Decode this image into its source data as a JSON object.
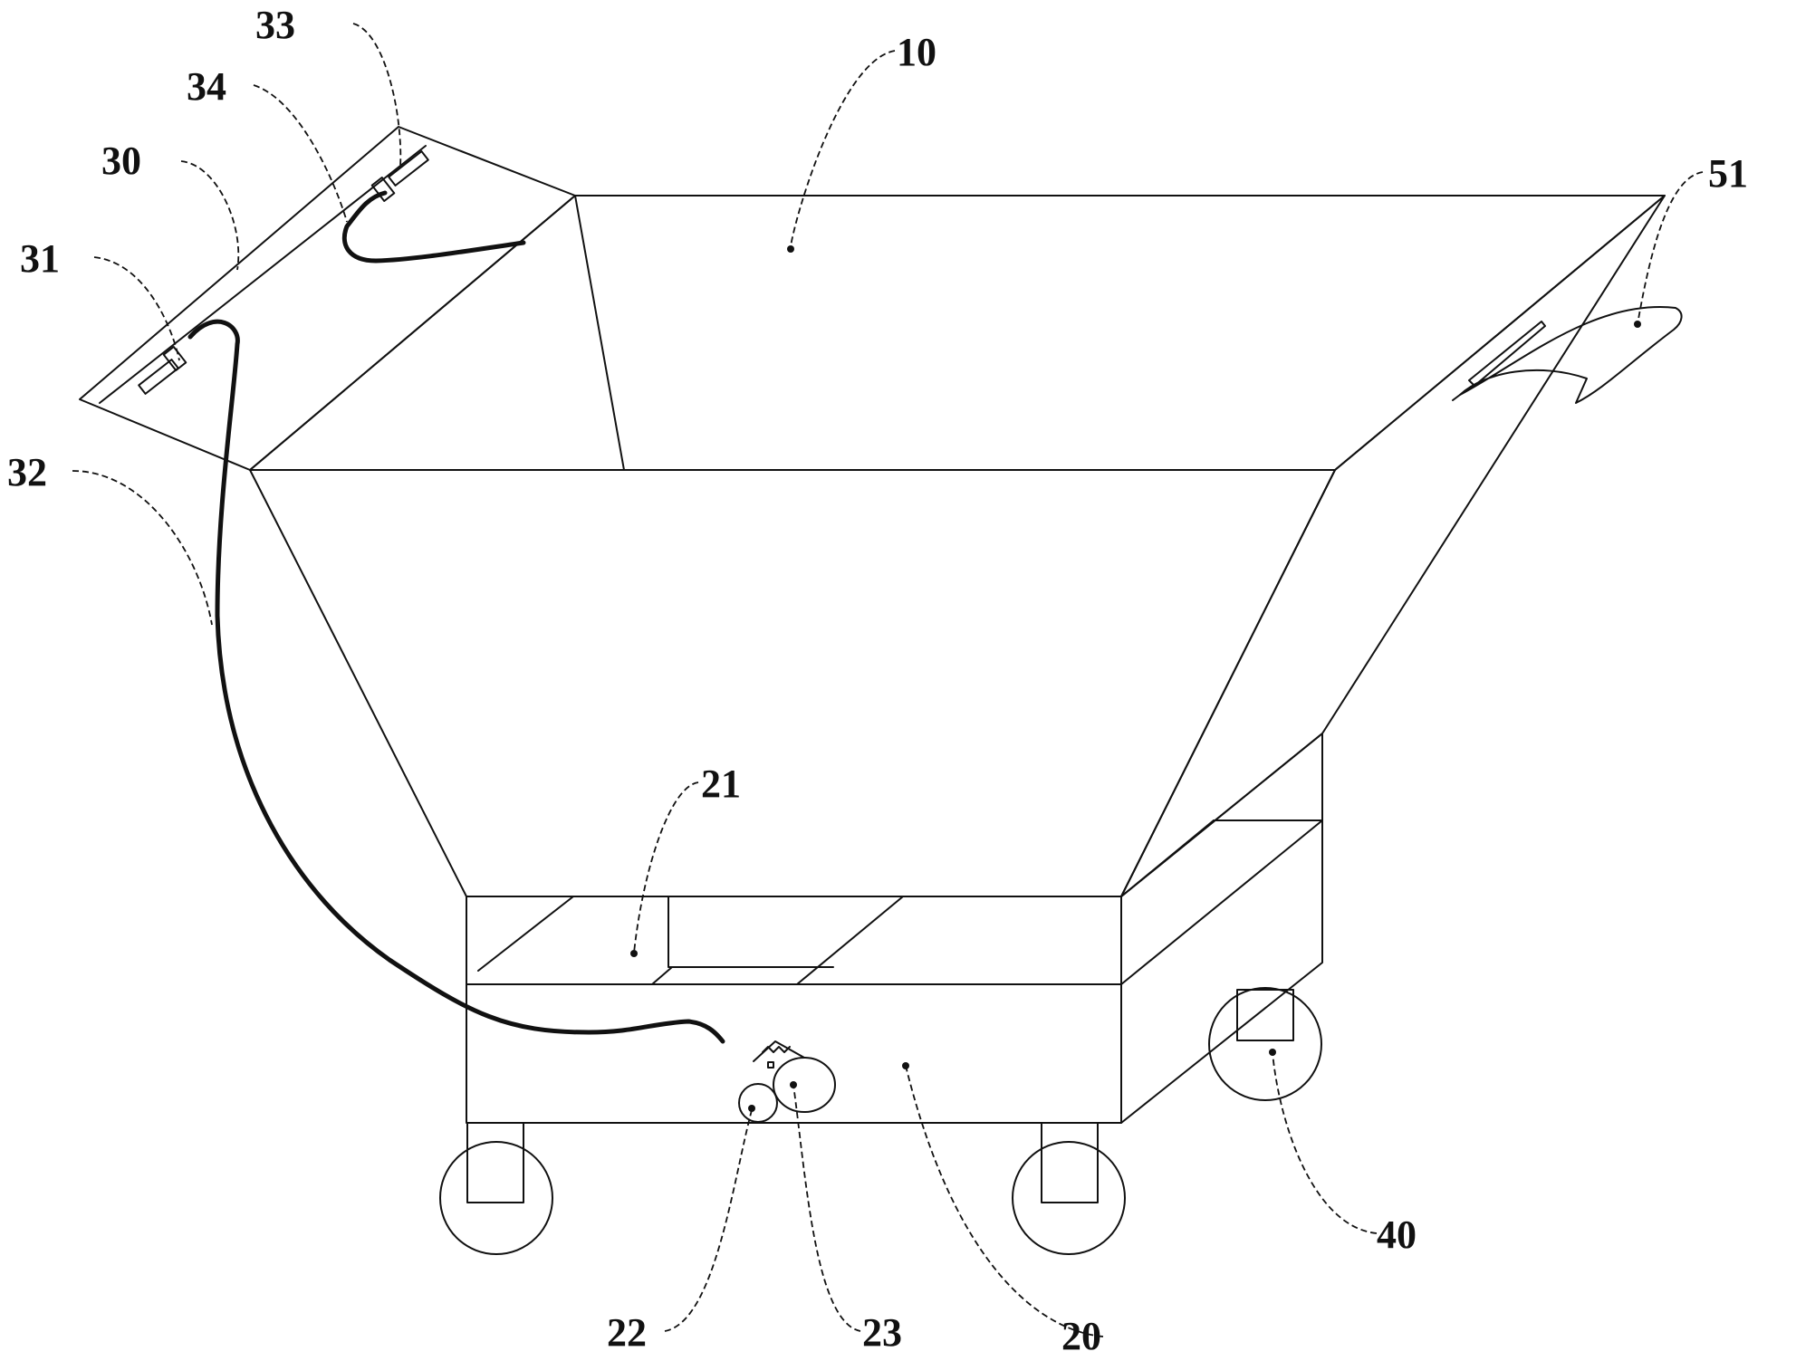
{
  "figure": {
    "reference_numerals": [
      {
        "id": "10",
        "text": "10"
      },
      {
        "id": "20",
        "text": "20"
      },
      {
        "id": "21",
        "text": "21"
      },
      {
        "id": "22",
        "text": "22"
      },
      {
        "id": "23",
        "text": "23"
      },
      {
        "id": "30",
        "text": "30"
      },
      {
        "id": "31",
        "text": "31"
      },
      {
        "id": "32",
        "text": "32"
      },
      {
        "id": "33",
        "text": "33"
      },
      {
        "id": "34",
        "text": "34"
      },
      {
        "id": "40",
        "text": "40"
      },
      {
        "id": "51",
        "text": "51"
      }
    ]
  }
}
